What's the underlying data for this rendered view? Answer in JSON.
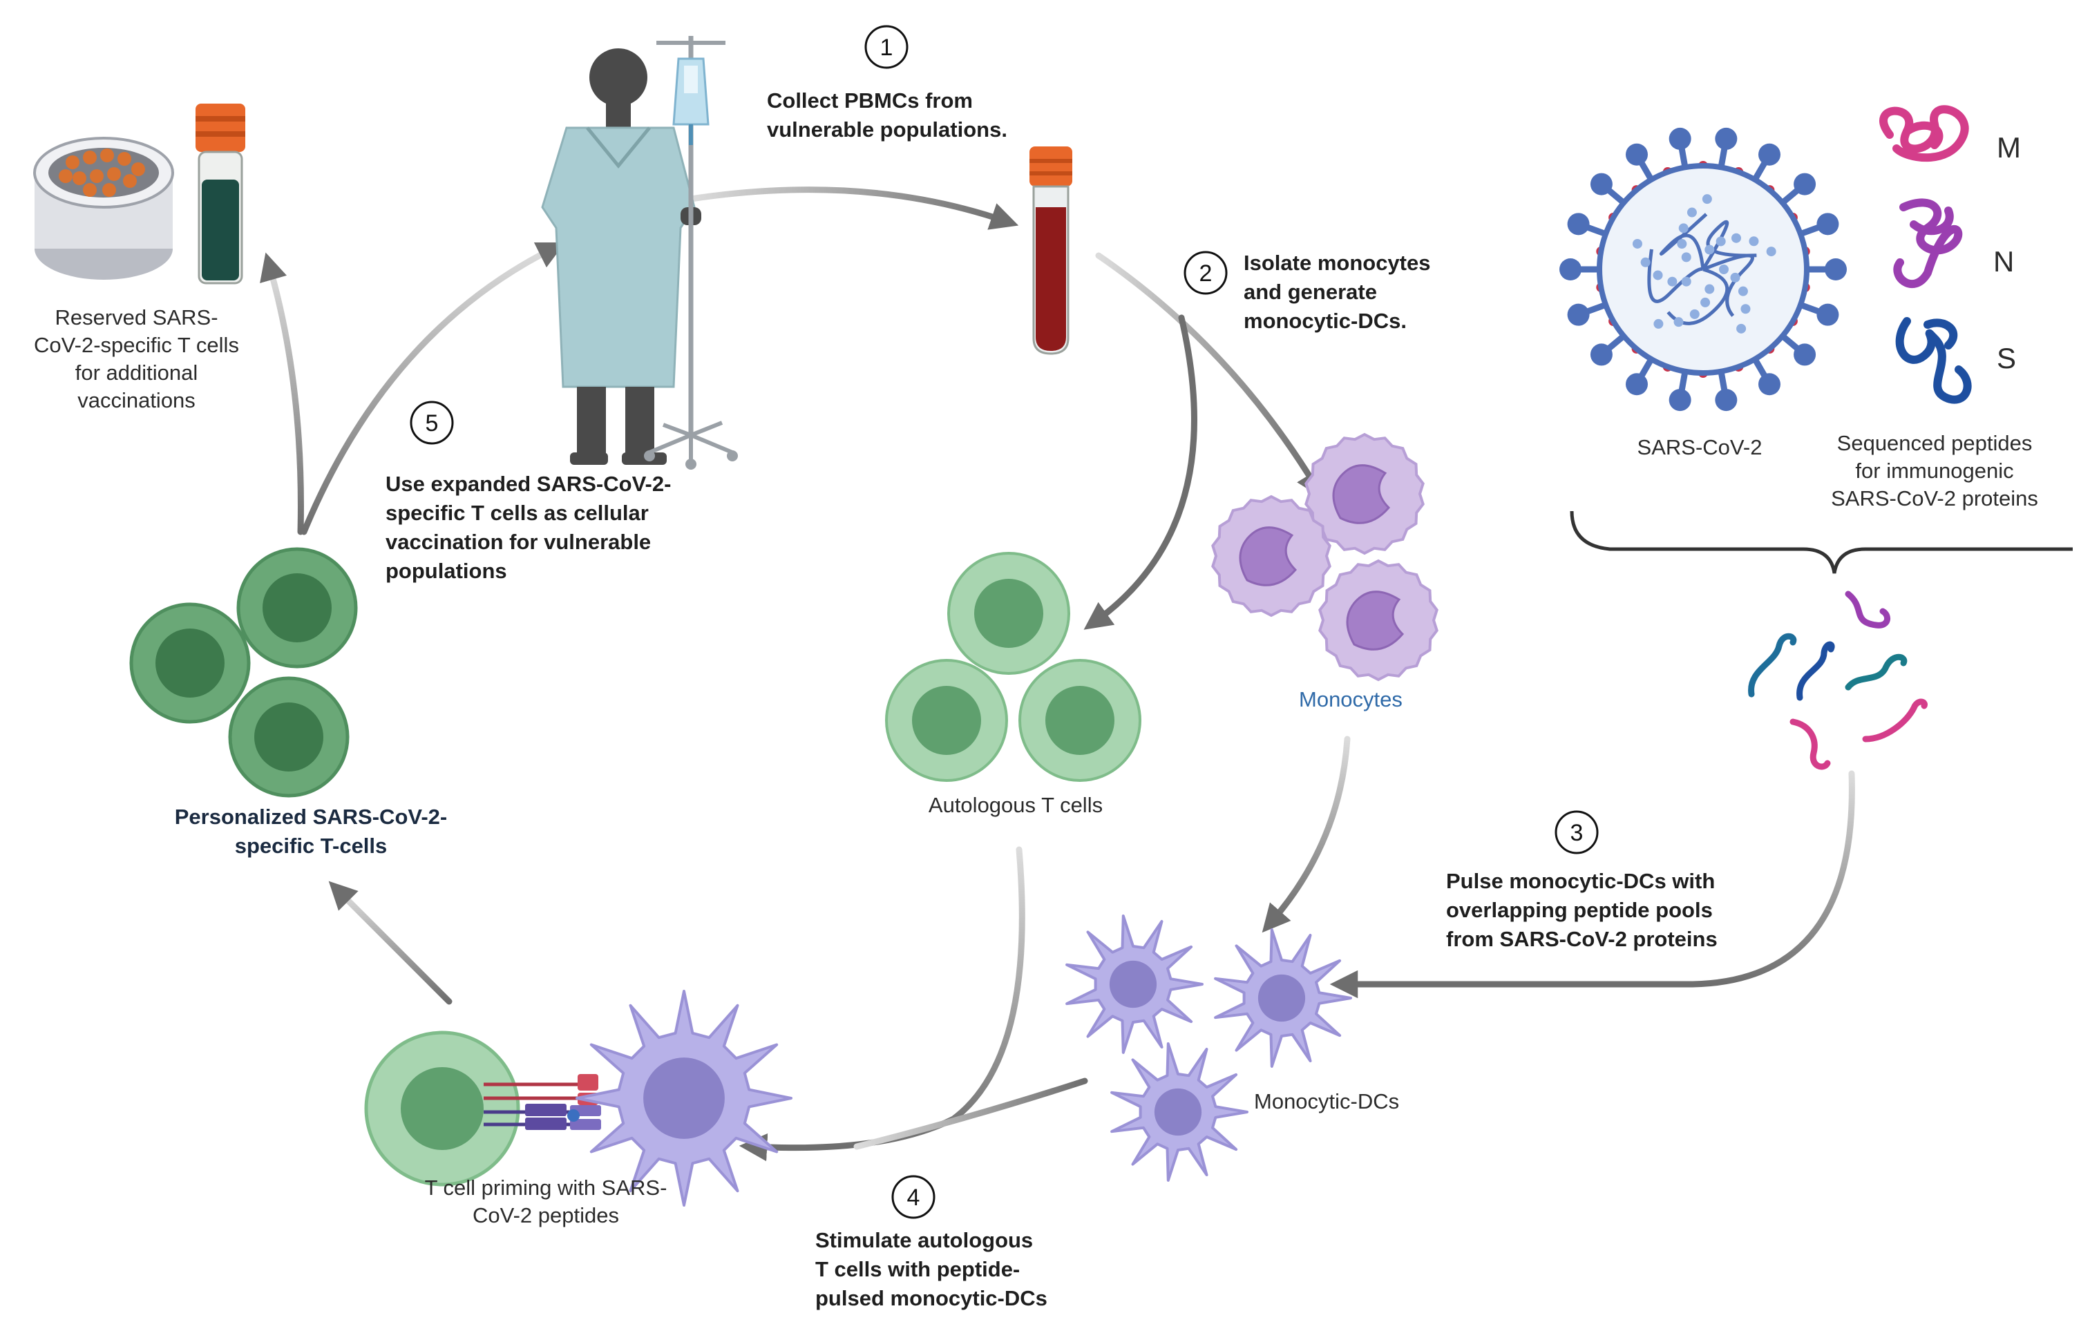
{
  "steps": [
    {
      "number": "1",
      "text": "Collect PBMCs from\nvulnerable populations."
    },
    {
      "number": "2",
      "text": "Isolate monocytes\nand generate\nmonocytic-DCs."
    },
    {
      "number": "3",
      "text": "Pulse monocytic-DCs with\noverlapping peptide pools\nfrom SARS-CoV-2 proteins"
    },
    {
      "number": "4",
      "text": "Stimulate autologous\nT cells with peptide-\npulsed monocytic-DCs"
    },
    {
      "number": "5",
      "text": "Use expanded SARS-CoV-2-\nspecific T cells as cellular\nvaccination for vulnerable\npopulations"
    }
  ],
  "labels": {
    "reserved": "Reserved SARS-\nCoV-2-specific T cells\nfor additional\nvaccinations",
    "virus": "SARS-CoV-2",
    "peptides": "Sequenced peptides\nfor immunogenic\nSARS-CoV-2 proteins",
    "monocytes": "Monocytes",
    "autologous": "Autologous T cells",
    "personalized": "Personalized SARS-CoV-2-\nspecific T-cells",
    "priming": "T cell priming with SARS-\nCoV-2 peptides",
    "monocytic_dcs": "Monocytic-DCs"
  },
  "proteins": [
    "M",
    "N",
    "S"
  ],
  "colors": {
    "arrow": "#7a7a7a",
    "light_tcell": "#a8d5b0",
    "dark_tcell": "#4f8f5e",
    "monocyte": "#c6aee0",
    "dc": "#b4aee6",
    "virus": "#4d6fb8",
    "protein_M": "#d43d8a",
    "protein_N": "#9a3fb0",
    "protein_S": "#1e4fa0",
    "blood": "#8e1b1b",
    "cap": "#e8672a"
  }
}
